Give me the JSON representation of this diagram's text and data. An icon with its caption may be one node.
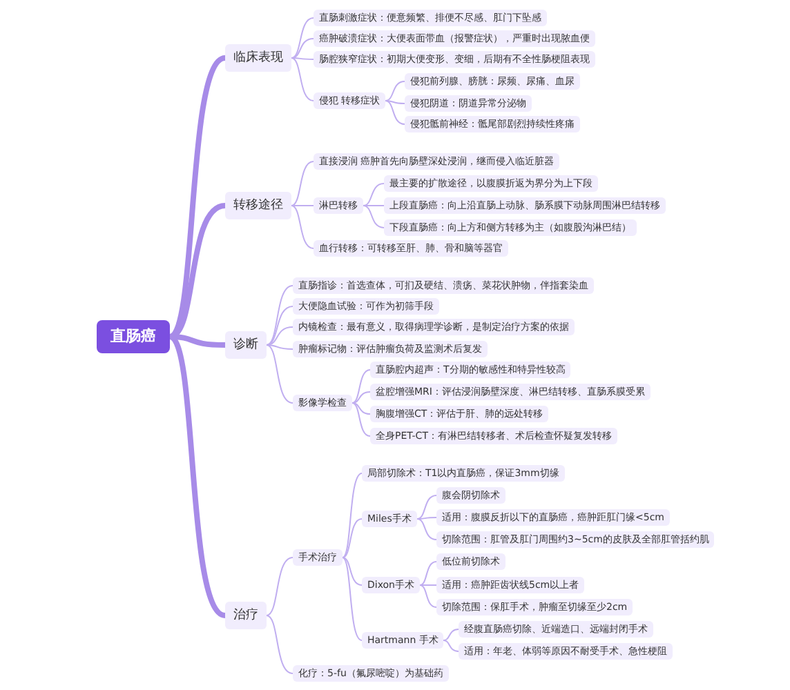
{
  "diagram": {
    "nodes": [
      {
        "text": [
          "直肠癌"
        ]
      },
      {
        "text": [
          "临床表现"
        ]
      },
      {
        "text": [
          "直肠刺激症状：便意频繁、排便不尽感、肛门下坠感"
        ]
      },
      {
        "text": [
          "癌肿破溃症状：大便表面带血（报警症状），严重时出现脓血便"
        ]
      },
      {
        "text": [
          "肠腔狭窄症状：初期大便变形、变细，后期有不全性肠梗阻表现"
        ]
      },
      {
        "text": [
          "侵犯 转移症状"
        ]
      },
      {
        "text": [
          "侵犯前列腺、膀胱：尿频、尿痛、血尿"
        ]
      },
      {
        "text": [
          "侵犯阴道：阴道异常分泌物"
        ]
      },
      {
        "text": [
          "侵犯骶前神经：骶尾部剧烈持续性疼痛"
        ]
      },
      {
        "text": [
          "转移途径"
        ]
      },
      {
        "text": [
          "直接浸润 癌肿首先向肠壁深处浸润，继而侵入临近脏器"
        ]
      },
      {
        "text": [
          "淋巴转移"
        ]
      },
      {
        "text": [
          "最主要的扩散途径，以腹膜折返为界分为上下段"
        ]
      },
      {
        "text": [
          "上段直肠癌：向上沿直肠上动脉、肠系膜下动脉周围淋巴结转移"
        ]
      },
      {
        "text": [
          "下段直肠癌：向上方和侧方转移为主（如腹股沟淋巴结）"
        ]
      },
      {
        "text": [
          "血行转移：可转移至肝、肺、骨和脑等器官"
        ]
      },
      {
        "text": [
          "诊断"
        ]
      },
      {
        "text": [
          "直肠指诊：首选查体，可扪及硬结、溃疡、菜花状肿物，伴指套染血"
        ]
      },
      {
        "text": [
          "大便隐血试验：可作为初筛手段"
        ]
      },
      {
        "text": [
          "内镜检查：最有意义，取得病理学诊断，是制定治疗方案的依据"
        ]
      },
      {
        "text": [
          "肿瘤标记物：评估肿瘤负荷及监测术后复发"
        ]
      },
      {
        "text": [
          "影像学检查"
        ]
      },
      {
        "text": [
          "直肠腔内超声：T分期的敏感性和特异性较高"
        ]
      },
      {
        "text": [
          "盆腔增强MRI：评估浸润肠壁深度、淋巴结转移、直肠系膜受累"
        ]
      },
      {
        "text": [
          "胸腹增强CT：评估于肝、肺的远处转移"
        ]
      },
      {
        "text": [
          "全身PET-CT：有淋巴结转移者、术后检查怀疑复发转移"
        ]
      },
      {
        "text": [
          "治疗"
        ]
      },
      {
        "text": [
          "手术治疗"
        ]
      },
      {
        "text": [
          "局部切除术：T1以内直肠癌，保证3mm切缘"
        ]
      },
      {
        "text": [
          "Miles手术"
        ]
      },
      {
        "text": [
          "腹会阴切除术"
        ]
      },
      {
        "text": [
          "适用：腹膜反折以下的直肠癌，癌肿距肛门缘<5cm"
        ]
      },
      {
        "text": [
          "切除范围：肛管及肛门周围约3~5cm的皮肤及全部肛管括约肌"
        ]
      },
      {
        "text": [
          "Dixon手术"
        ]
      },
      {
        "text": [
          "低位前切除术"
        ]
      },
      {
        "text": [
          "适用：癌肿距齿状线5cm以上者"
        ]
      },
      {
        "text": [
          "切除范围：保肛手术，肿瘤至切缘至少2cm"
        ]
      },
      {
        "text": [
          "Hartmann 手术"
        ]
      },
      {
        "text": [
          "经腹直肠癌切除、近端造口、远端封闭手术"
        ]
      },
      {
        "text": [
          "适用：年老、体弱等原因不耐受手术、急性梗阻"
        ]
      },
      {
        "text": [
          "化疗：5-fu（氟尿嘧啶）为基础药"
        ]
      }
    ],
    "edges": [
      {
        "from": 0,
        "to": 1,
        "arrow": "none",
        "style": "thick"
      },
      {
        "from": 1,
        "to": 2,
        "arrow": "none"
      },
      {
        "from": 1,
        "to": 3,
        "arrow": "none"
      },
      {
        "from": 1,
        "to": 4,
        "arrow": "none"
      },
      {
        "from": 1,
        "to": 5,
        "arrow": "none"
      },
      {
        "from": 5,
        "to": 6,
        "arrow": "none"
      },
      {
        "from": 5,
        "to": 7,
        "arrow": "none"
      },
      {
        "from": 5,
        "to": 8,
        "arrow": "none"
      },
      {
        "from": 0,
        "to": 9,
        "arrow": "none",
        "style": "thick"
      },
      {
        "from": 9,
        "to": 10,
        "arrow": "none"
      },
      {
        "from": 9,
        "to": 11,
        "arrow": "none"
      },
      {
        "from": 11,
        "to": 12,
        "arrow": "none"
      },
      {
        "from": 11,
        "to": 13,
        "arrow": "none"
      },
      {
        "from": 11,
        "to": 14,
        "arrow": "none"
      },
      {
        "from": 9,
        "to": 15,
        "arrow": "none"
      },
      {
        "from": 0,
        "to": 16,
        "arrow": "none",
        "style": "thick"
      },
      {
        "from": 16,
        "to": 17,
        "arrow": "none"
      },
      {
        "from": 16,
        "to": 18,
        "arrow": "none"
      },
      {
        "from": 16,
        "to": 19,
        "arrow": "none"
      },
      {
        "from": 16,
        "to": 20,
        "arrow": "none"
      },
      {
        "from": 16,
        "to": 21,
        "arrow": "none"
      },
      {
        "from": 21,
        "to": 22,
        "arrow": "none"
      },
      {
        "from": 21,
        "to": 23,
        "arrow": "none"
      },
      {
        "from": 21,
        "to": 24,
        "arrow": "none"
      },
      {
        "from": 21,
        "to": 25,
        "arrow": "none"
      },
      {
        "from": 0,
        "to": 26,
        "arrow": "none",
        "style": "thick"
      },
      {
        "from": 26,
        "to": 27,
        "arrow": "none"
      },
      {
        "from": 27,
        "to": 28,
        "arrow": "none"
      },
      {
        "from": 27,
        "to": 29,
        "arrow": "none"
      },
      {
        "from": 29,
        "to": 30,
        "arrow": "none"
      },
      {
        "from": 29,
        "to": 31,
        "arrow": "none"
      },
      {
        "from": 29,
        "to": 32,
        "arrow": "none"
      },
      {
        "from": 27,
        "to": 33,
        "arrow": "none"
      },
      {
        "from": 33,
        "to": 34,
        "arrow": "none"
      },
      {
        "from": 33,
        "to": 35,
        "arrow": "none"
      },
      {
        "from": 33,
        "to": 36,
        "arrow": "none"
      },
      {
        "from": 27,
        "to": 37,
        "arrow": "none"
      },
      {
        "from": 37,
        "to": 38,
        "arrow": "none"
      },
      {
        "from": 37,
        "to": 39,
        "arrow": "none"
      },
      {
        "from": 26,
        "to": 40,
        "arrow": "none"
      }
    ]
  }
}
